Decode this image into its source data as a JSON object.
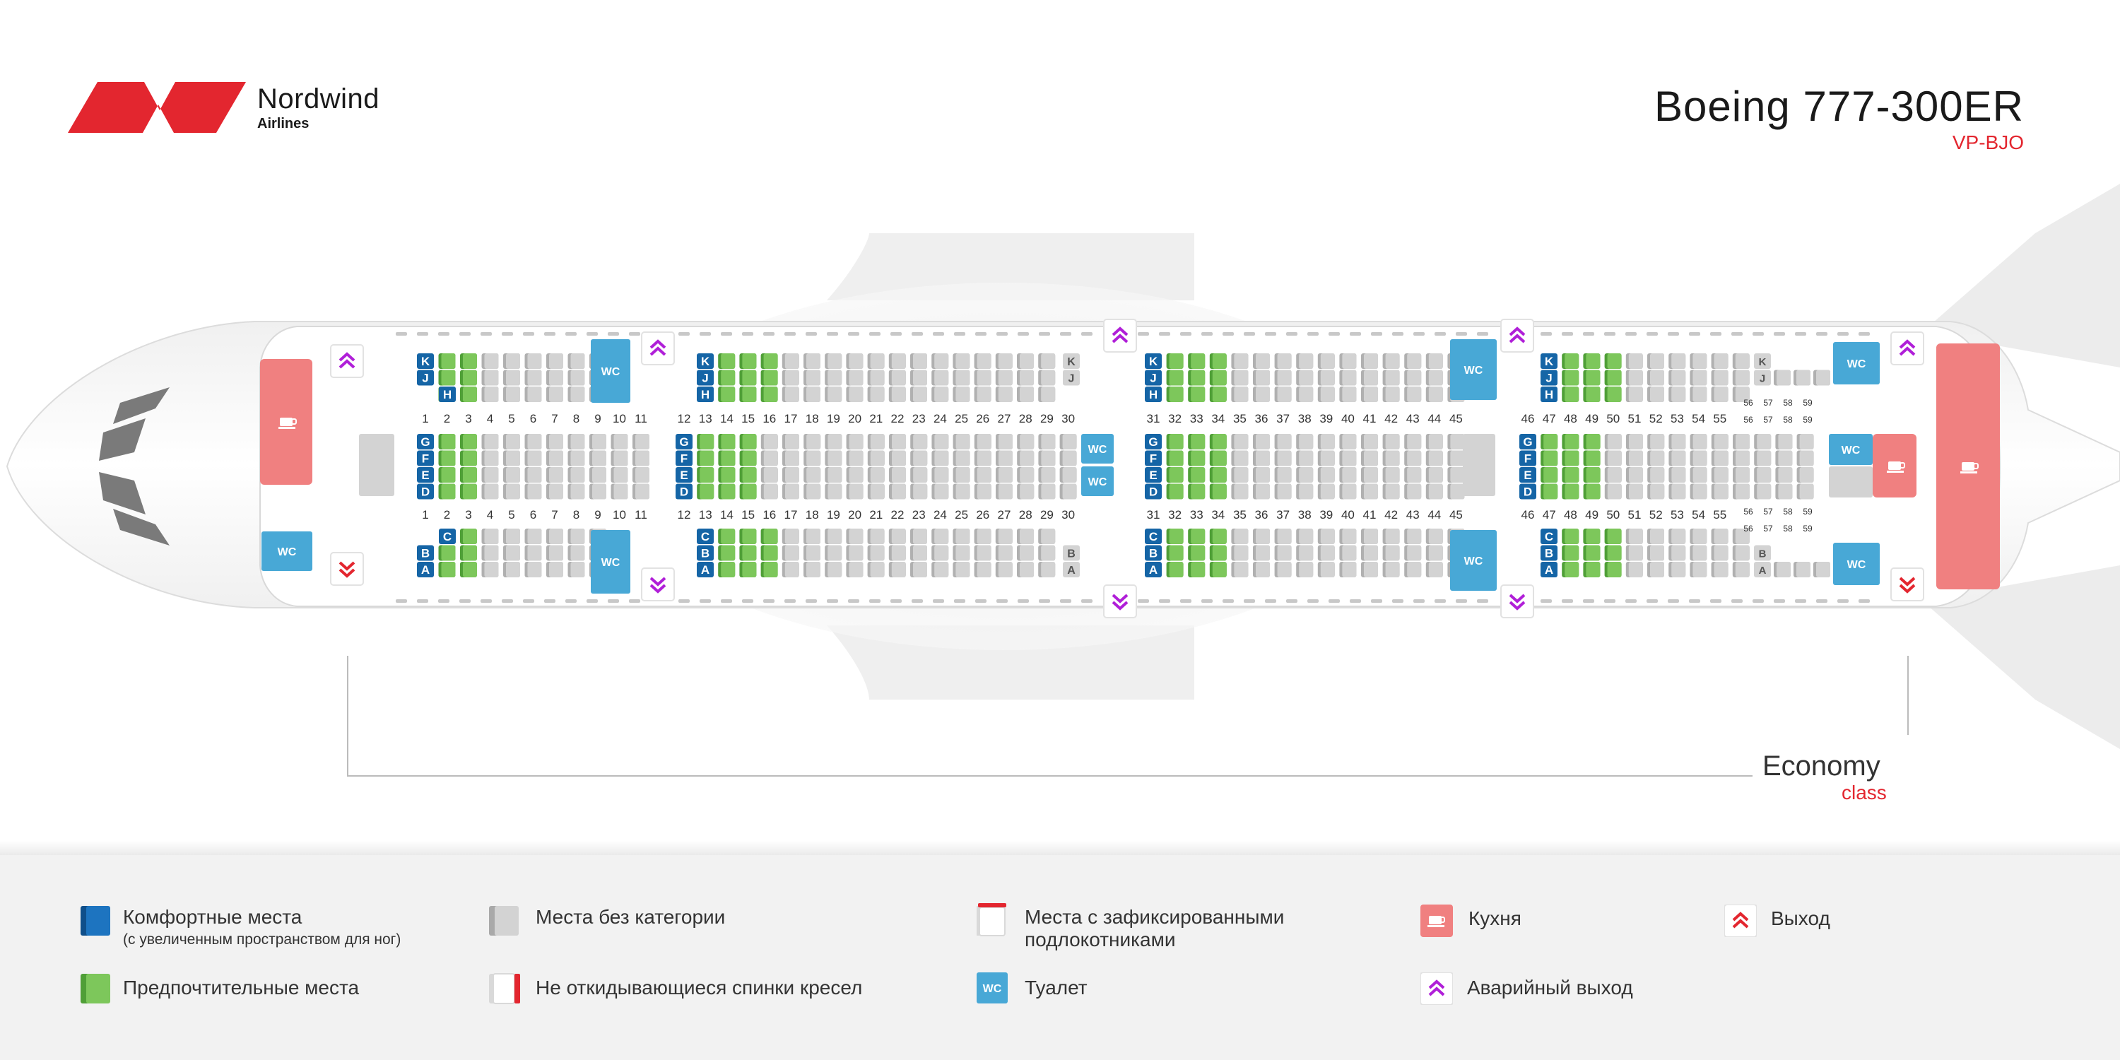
{
  "brand": {
    "name": "Nordwind",
    "sub": "Airlines",
    "color": "#e3262f"
  },
  "aircraft": {
    "model": "Boeing 777-300ER",
    "registration": "VP-BJO"
  },
  "cabin": {
    "class_name": "Economy",
    "class_label": "class",
    "rows_section1": [
      "1",
      "2",
      "3",
      "4",
      "5",
      "6",
      "7",
      "8",
      "9",
      "10",
      "11"
    ],
    "rows_section2": [
      "12",
      "13",
      "14",
      "15",
      "16",
      "17",
      "18",
      "19",
      "20",
      "21",
      "22",
      "23",
      "24",
      "25",
      "26",
      "27",
      "28",
      "29",
      "30"
    ],
    "rows_section3": [
      "31",
      "32",
      "33",
      "34",
      "35",
      "36",
      "37",
      "38",
      "39",
      "40",
      "41",
      "42",
      "43",
      "44",
      "45"
    ],
    "rows_section4": [
      "46",
      "47",
      "48",
      "49",
      "50",
      "51",
      "52",
      "53",
      "54",
      "55"
    ],
    "rows_section4_tail": [
      "56",
      "57",
      "58",
      "59"
    ],
    "seat_letters_top": [
      "K",
      "J",
      "H"
    ],
    "seat_letters_middle": [
      "G",
      "F",
      "E",
      "D"
    ],
    "seat_letters_bottom": [
      "C",
      "B",
      "A"
    ],
    "wc_label": "WC"
  },
  "colors": {
    "comfort": "#1565a6",
    "preferred": "#7dc75b",
    "standard": "#d3d3d3",
    "galley": "#f08080",
    "toilet": "#48a8d6",
    "exit": "#e3262f",
    "emergency_exit": "#b01fd8"
  },
  "legend": {
    "comfort": "Комфортные места",
    "comfort_sub": "(с увеличенным пространством для ног)",
    "preferred": "Предпочтительные места",
    "standard": "Места без категории",
    "non_recline": "Не откидывающиеся спинки кресел",
    "fixed_armrest": "Места с зафиксированными подлокотниками",
    "toilet": "Туалет",
    "galley": "Кухня",
    "emergency_exit": "Аварийный выход",
    "exit": "Выход"
  }
}
